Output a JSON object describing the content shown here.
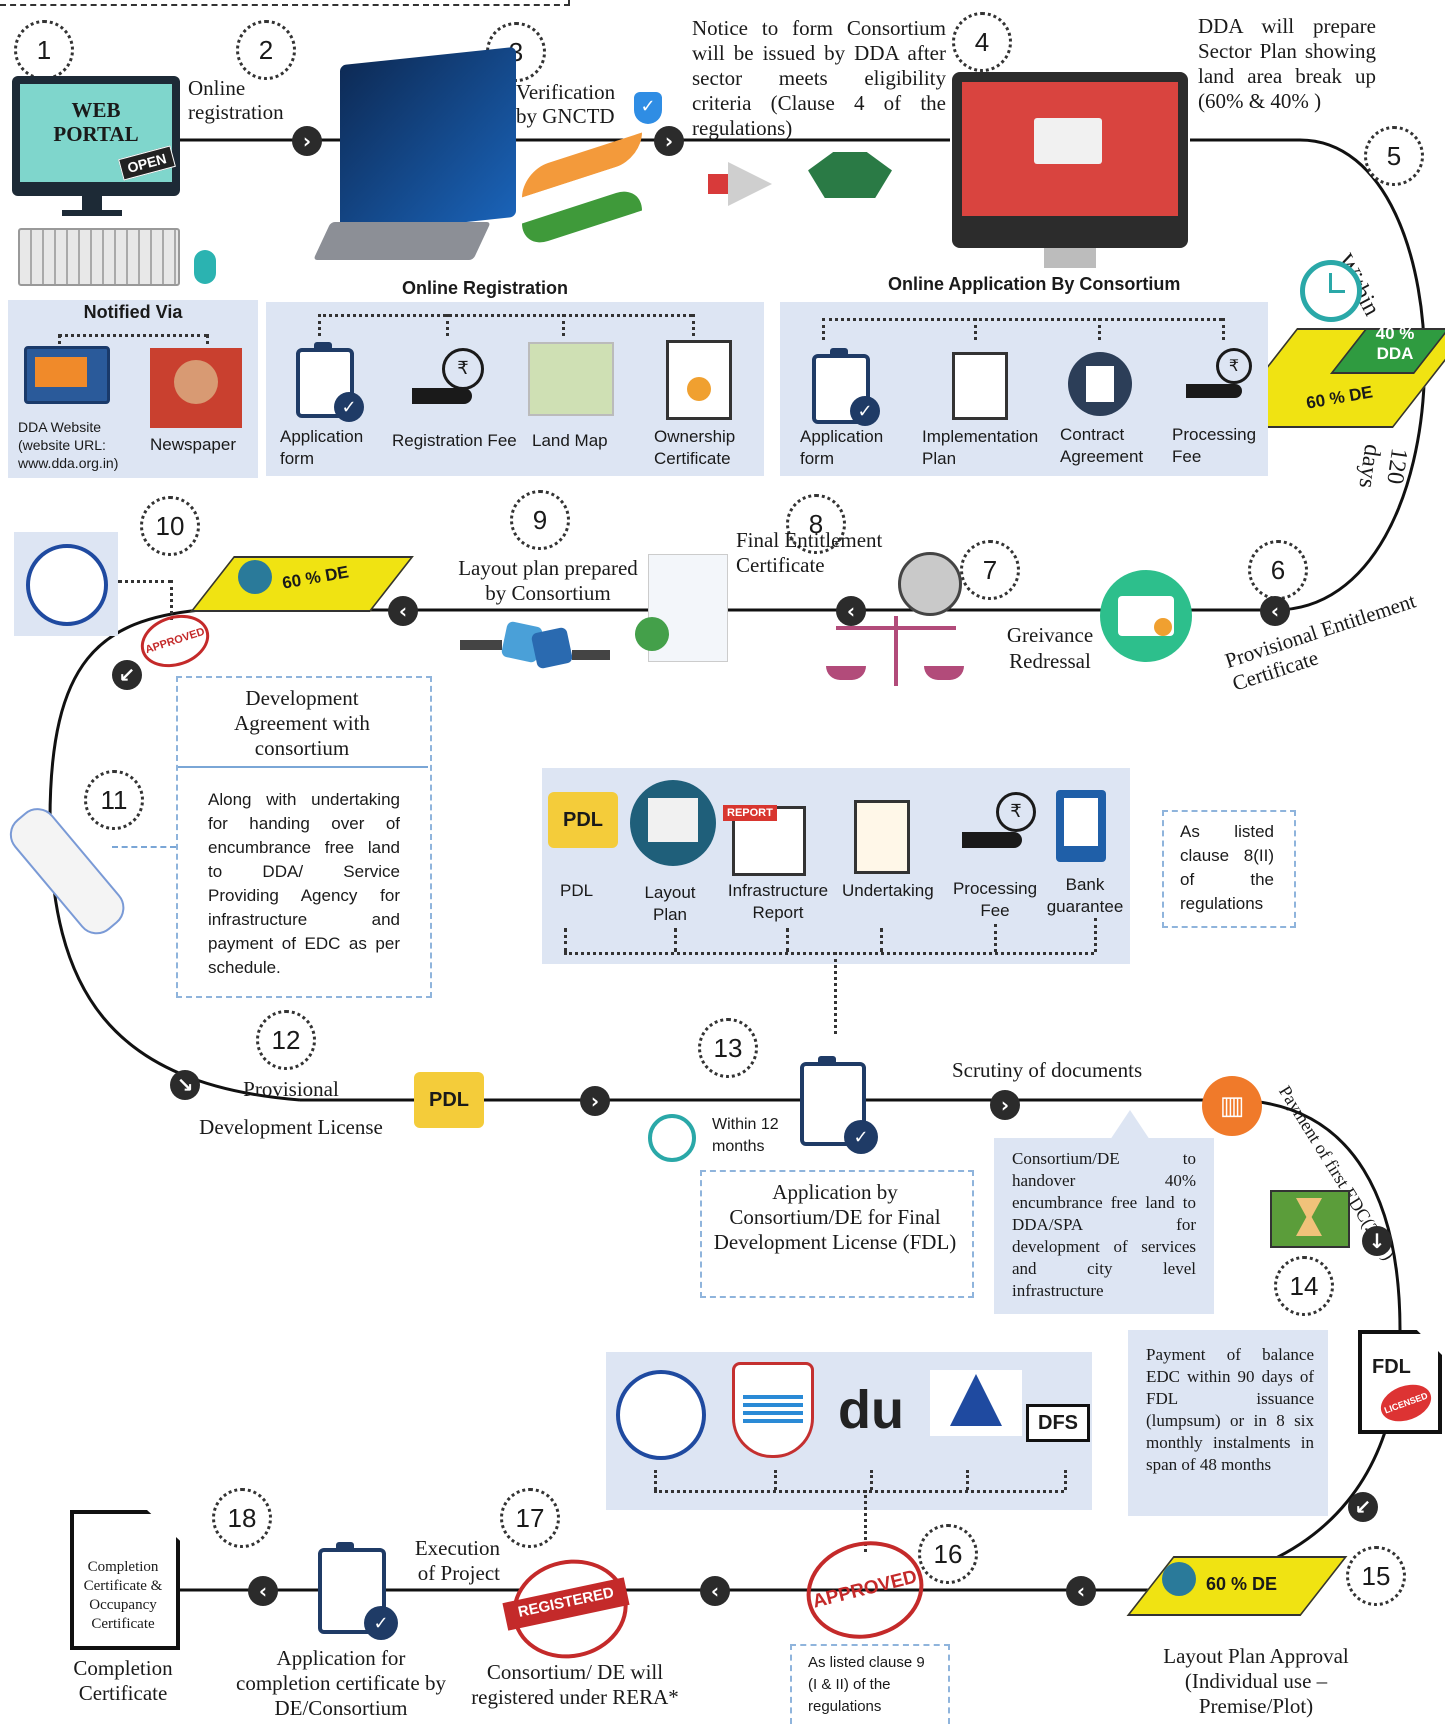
{
  "nodes": {
    "n1": "1",
    "n2": "2",
    "n3": "3",
    "n4": "4",
    "n5": "5",
    "n6": "6",
    "n7": "7",
    "n8": "8",
    "n9": "9",
    "n10": "10",
    "n11": "11",
    "n12": "12",
    "n13": "13",
    "n14": "14",
    "n15": "15",
    "n16": "16",
    "n17": "17",
    "n18": "18"
  },
  "step1": {
    "portal_line1": "WEB",
    "portal_line2": "PORTAL",
    "open_sign": "OPEN"
  },
  "step2": {
    "label": "Online registration"
  },
  "step3": {
    "label": "Verification by GNCTD"
  },
  "step4": {
    "label": "Notice to form Consortium will be issued by DDA after sector meets eligibility criteria (Clause 4 of the regulations)"
  },
  "step5": {
    "label": "DDA will prepare Sector Plan showing land area break up (60% & 40% )",
    "within": "Within",
    "days": "120 days",
    "dda_pct": "40 %",
    "dda_name": "DDA",
    "de_pct": "60 % DE"
  },
  "notified": {
    "title": "Notified Via",
    "website_label": "DDA Website (website URL: www.dda.org.in)",
    "newspaper_label": "Newspaper"
  },
  "online_reg": {
    "title": "Online Registration",
    "items": [
      "Application form",
      "Registration Fee",
      "Land Map",
      "Ownership Certificate"
    ]
  },
  "online_app": {
    "title": "Online Application By Consortium",
    "items": [
      "Application form",
      "Implementation Plan",
      "Contract Agreement",
      "Processing Fee"
    ]
  },
  "step6": {
    "label": "Provisional Entitlement Certificate"
  },
  "step7": {
    "label": "Greivance Redressal"
  },
  "step8": {
    "label": "Final Entitlement Certificate"
  },
  "step9": {
    "label": "Layout plan prepared by Consortium"
  },
  "step10": {
    "de_label": "60 % DE",
    "stamp": "APPROVED"
  },
  "dev_agreement": {
    "title": "Development Agreement with consortium",
    "body": "Along with undertaking for handing over of encumbrance free land to DDA/ Service Providing Agency for infrastructure and payment of EDC as per schedule."
  },
  "doc_panel": {
    "items": [
      "PDL",
      "Layout Plan",
      "Infrastructure Report",
      "Undertaking",
      "Processing Fee",
      "Bank guarantee"
    ],
    "pdl_icon": "PDL",
    "report_icon": "REPORT"
  },
  "clause8": {
    "text": "As listed clause 8(II) of the regulations"
  },
  "step12": {
    "label": "Provisional Development License",
    "pdl_icon": "PDL"
  },
  "step13": {
    "within": "Within 12 months",
    "scrutiny": "Scrutiny of documents",
    "box": "Application by Consortium/DE for Final Development License (FDL)"
  },
  "handover": {
    "text": "Consortium/DE to handover 40% encumbrance free land to DDA/SPA for development of services and city level infrastructure"
  },
  "edc_first": {
    "label": "Payment of first EDC(20%)"
  },
  "step14": {
    "fdl_icon": "FDL",
    "stamp": "LICENSED",
    "balance": "Payment of balance EDC within 90 days of FDL issuance (lumpsum) or in 8 six monthly instalments in span of 48 months"
  },
  "agencies": {
    "dfs": "DFS"
  },
  "step15": {
    "label": "Layout Plan Approval (Individual use – Premise/Plot)",
    "de_label": "60 % DE"
  },
  "step16": {
    "stamp": "APPROVED",
    "clause": "As listed clause 9 (I & II) of the regulations"
  },
  "step17": {
    "exec": "Execution of Project",
    "stamp": "REGISTERED",
    "label": "Consortium/ DE will registered under RERA*"
  },
  "step18": {
    "app_label": "Application for completion certificate by DE/Consortium",
    "doc_text": "Completion Certificate & Occupancy Certificate",
    "label": "Completion Certificate"
  }
}
